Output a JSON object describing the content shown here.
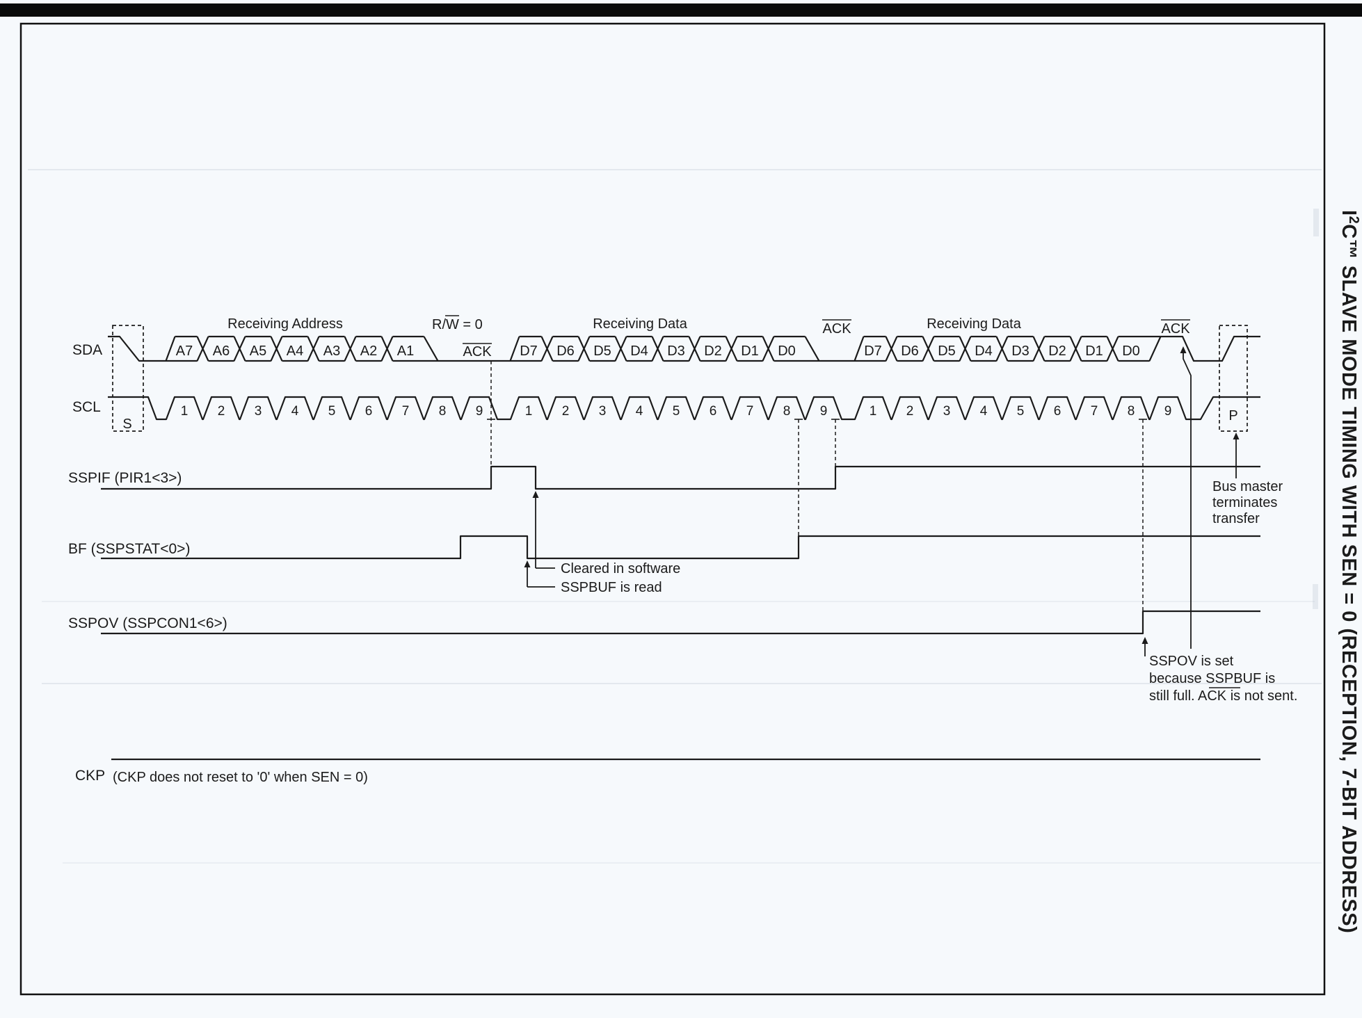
{
  "figure_title": {
    "pre": "I",
    "sup": "2",
    "post": "C™ SLAVE MODE TIMING WITH SEN = 0 (RECEPTION, 7-BIT ADDRESS)"
  },
  "signals": {
    "sda": "SDA",
    "scl": "SCL",
    "sspif": "SSPIF (PIR1<3>)",
    "bf": "BF (SSPSTAT<0>)",
    "sspov": "SSPOV (SSPCON1<6>)",
    "ckp": "CKP"
  },
  "sda_row": {
    "receiving_address": "Receiving Address",
    "receiving_data": "Receiving Data",
    "rw_prefix": "R/",
    "rw_bar": "W",
    "rw_suffix": " = 0",
    "ack": "ACK",
    "address_bits": [
      "A7",
      "A6",
      "A5",
      "A4",
      "A3",
      "A2",
      "A1"
    ],
    "data_bits": [
      "D7",
      "D6",
      "D5",
      "D4",
      "D3",
      "D2",
      "D1",
      "D0"
    ],
    "start": "S",
    "stop": "P"
  },
  "scl_row": {
    "clock_numbers": [
      "1",
      "2",
      "3",
      "4",
      "5",
      "6",
      "7",
      "8",
      "9"
    ]
  },
  "annotations": {
    "cleared": "Cleared in software",
    "sspbuf_read": "SSPBUF is read",
    "sspov_line1": "SSPOV is set",
    "sspov_line2": "because SSPBUF is",
    "sspov_line3_pre": "still full. ",
    "sspov_line3_bar": "ACK",
    "sspov_line3_post": " is not sent.",
    "bus_master": [
      "Bus master",
      "terminates",
      "transfer"
    ],
    "ckp_note": "(CKP does not reset to '0' when SEN = 0)"
  },
  "colors": {
    "ink": "#1b1b1b",
    "paper": "#f6f9fc",
    "border": "#111111",
    "artifact": "#b9c3cf"
  }
}
